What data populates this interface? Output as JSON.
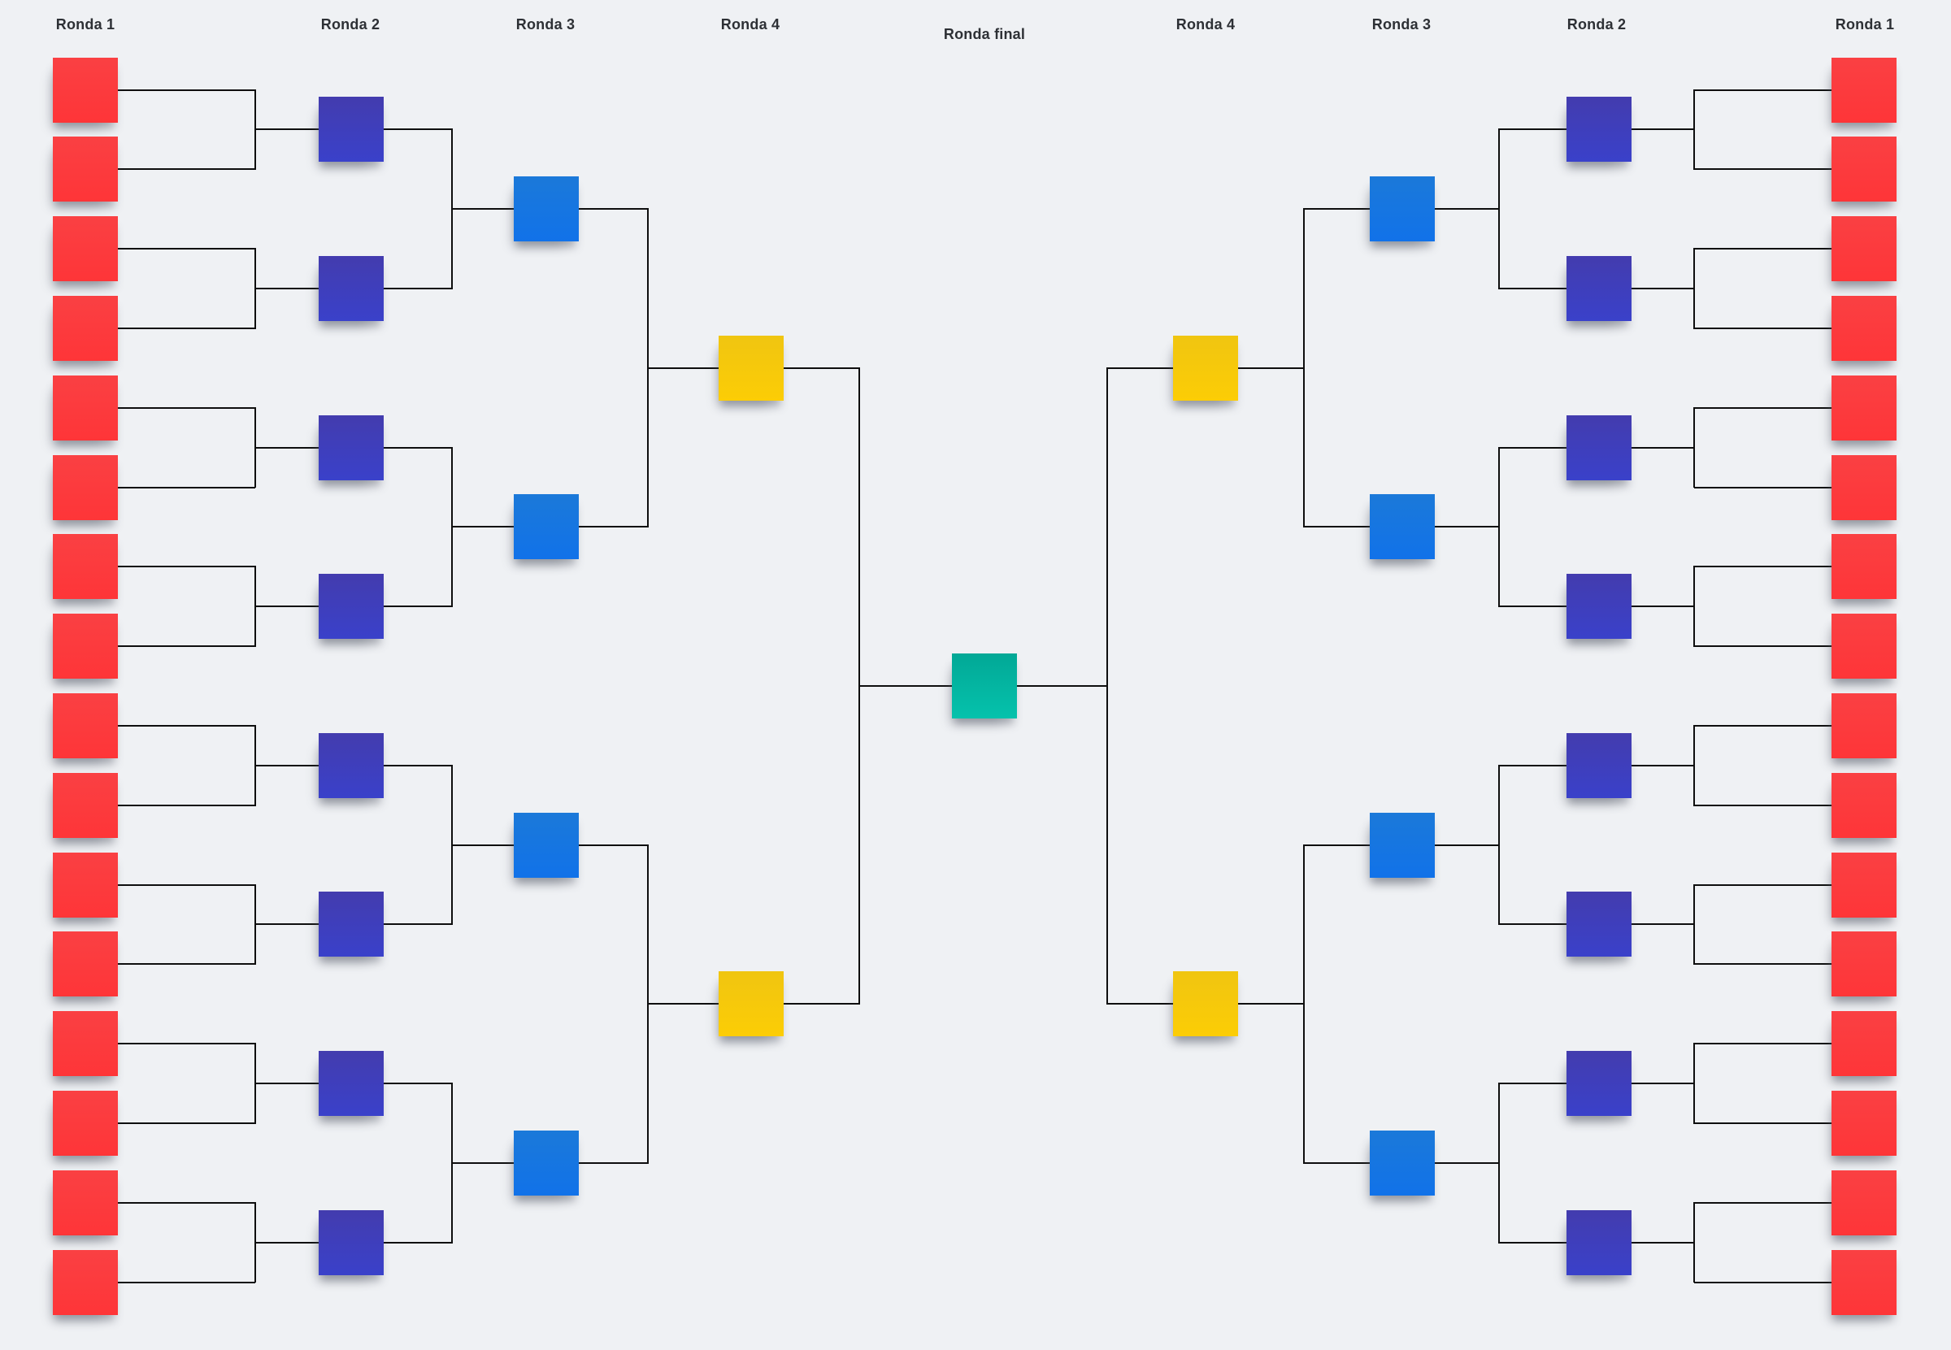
{
  "board": {
    "background": "#eff1f4",
    "headers": [
      {
        "label": "Ronda 1"
      },
      {
        "label": "Ronda 2"
      },
      {
        "label": "Ronda 3"
      },
      {
        "label": "Ronda 4"
      },
      {
        "label": "Ronda final"
      },
      {
        "label": "Ronda 4"
      },
      {
        "label": "Ronda 3"
      },
      {
        "label": "Ronda 2"
      },
      {
        "label": "Ronda 1"
      }
    ]
  },
  "bracket": {
    "type": "single-elimination-two-sided",
    "sides": [
      "left",
      "right"
    ],
    "rounds_per_side": [
      {
        "name": "Ronda 1",
        "color": "red",
        "notes_per_side": 16
      },
      {
        "name": "Ronda 2",
        "color": "indigo",
        "notes_per_side": 8
      },
      {
        "name": "Ronda 3",
        "color": "blue",
        "notes_per_side": 4
      },
      {
        "name": "Ronda 4",
        "color": "yellow",
        "notes_per_side": 2
      }
    ],
    "final_round": {
      "name": "Ronda final",
      "color": "teal",
      "notes": 1
    },
    "total_notes": 61
  },
  "palette": {
    "red": {
      "top": "#fa4043",
      "bottom": "#fe3538"
    },
    "indigo": {
      "top": "#433cae",
      "bottom": "#3a41ca"
    },
    "blue": {
      "top": "#1b79d9",
      "bottom": "#1172e9"
    },
    "yellow": {
      "top": "#f0c511",
      "bottom": "#fccd05"
    },
    "teal": {
      "top": "#02a896",
      "bottom": "#05c2ac"
    },
    "line": "#0e0e0e",
    "header_text": "#2d3035",
    "background": "#eff1f4"
  }
}
